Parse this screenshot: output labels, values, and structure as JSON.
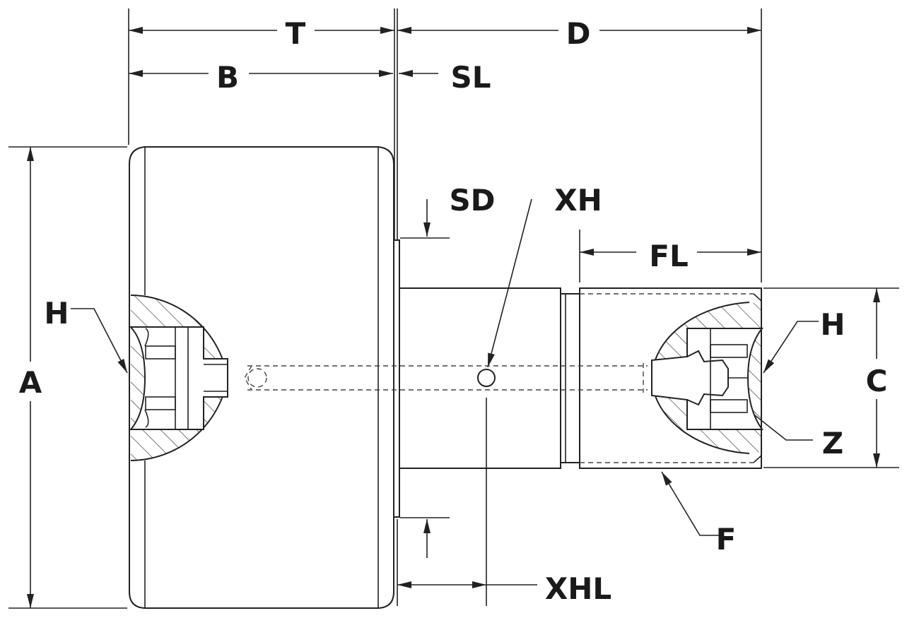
{
  "labels": {
    "T": "T",
    "D": "D",
    "B": "B",
    "SL": "SL",
    "SD": "SD",
    "XH": "XH",
    "FL": "FL",
    "H_left": "H",
    "H_right": "H",
    "A": "A",
    "C": "C",
    "Z": "Z",
    "F": "F",
    "XHL": "XHL"
  },
  "colors": {
    "line": "#222222",
    "text": "#1a1a1a",
    "background": "#ffffff"
  }
}
